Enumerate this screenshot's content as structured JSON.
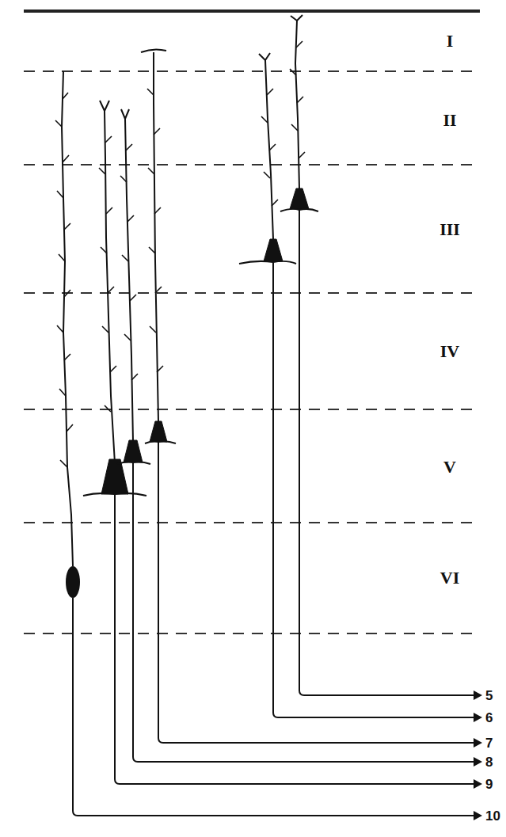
{
  "diagram": {
    "labels": [
      "I",
      "II",
      "III",
      "IV",
      "V",
      "VI",
      "5",
      "6",
      "7",
      "8",
      "9",
      "10"
    ]
  }
}
